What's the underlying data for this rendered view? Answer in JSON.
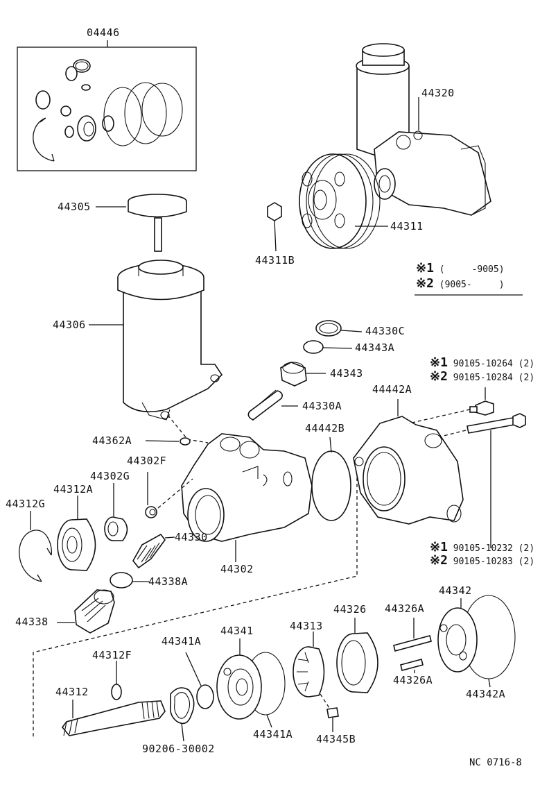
{
  "labels": {
    "kit": "04446",
    "pump_assy": "44320",
    "cap": "44305",
    "pulley": "44311",
    "nut": "44311B",
    "reservoir": "44306",
    "snap_ring_c": "44330C",
    "o_ring_a": "44343A",
    "valve": "44343",
    "spring": "44330A",
    "bracket": "44442A",
    "gasket_b": "44442B",
    "o_ring_362a": "44362A",
    "union_f": "44302F",
    "seal_g": "44302G",
    "bearing": "44312A",
    "snap_ring_g": "44312G",
    "flow_valve": "44330",
    "housing": "44302",
    "o_ring_338a": "44338A",
    "union": "44338",
    "shaft": "44312",
    "snap_ring_f": "44312F",
    "o_ring_341a_top": "44341A",
    "side_plate": "44341",
    "rotor": "44313",
    "cam_ring": "44326",
    "pin_a_top": "44326A",
    "rear_plate": "44342",
    "pin_a_bottom": "44326A",
    "gasket_342a": "44342A",
    "o_ring_341a_bottom": "44341A",
    "vane": "44345B",
    "gasket_90206": "90206-30002"
  },
  "legend": {
    "row1_mark": "※1",
    "row1_text": "(　　　-9005)",
    "row2_mark": "※2",
    "row2_text": "(9005-　　　)"
  },
  "bolts_top": {
    "r1_mark": "※1",
    "r1_text": "90105-10264 (2)",
    "r2_mark": "※2",
    "r2_text": "90105-10284 (2)"
  },
  "bolts_bottom": {
    "r1_mark": "※1",
    "r1_text": "90105-10232 (2)",
    "r2_mark": "※2",
    "r2_text": "90105-10283 (2)"
  },
  "footer": {
    "code": "NC  0716-8"
  }
}
